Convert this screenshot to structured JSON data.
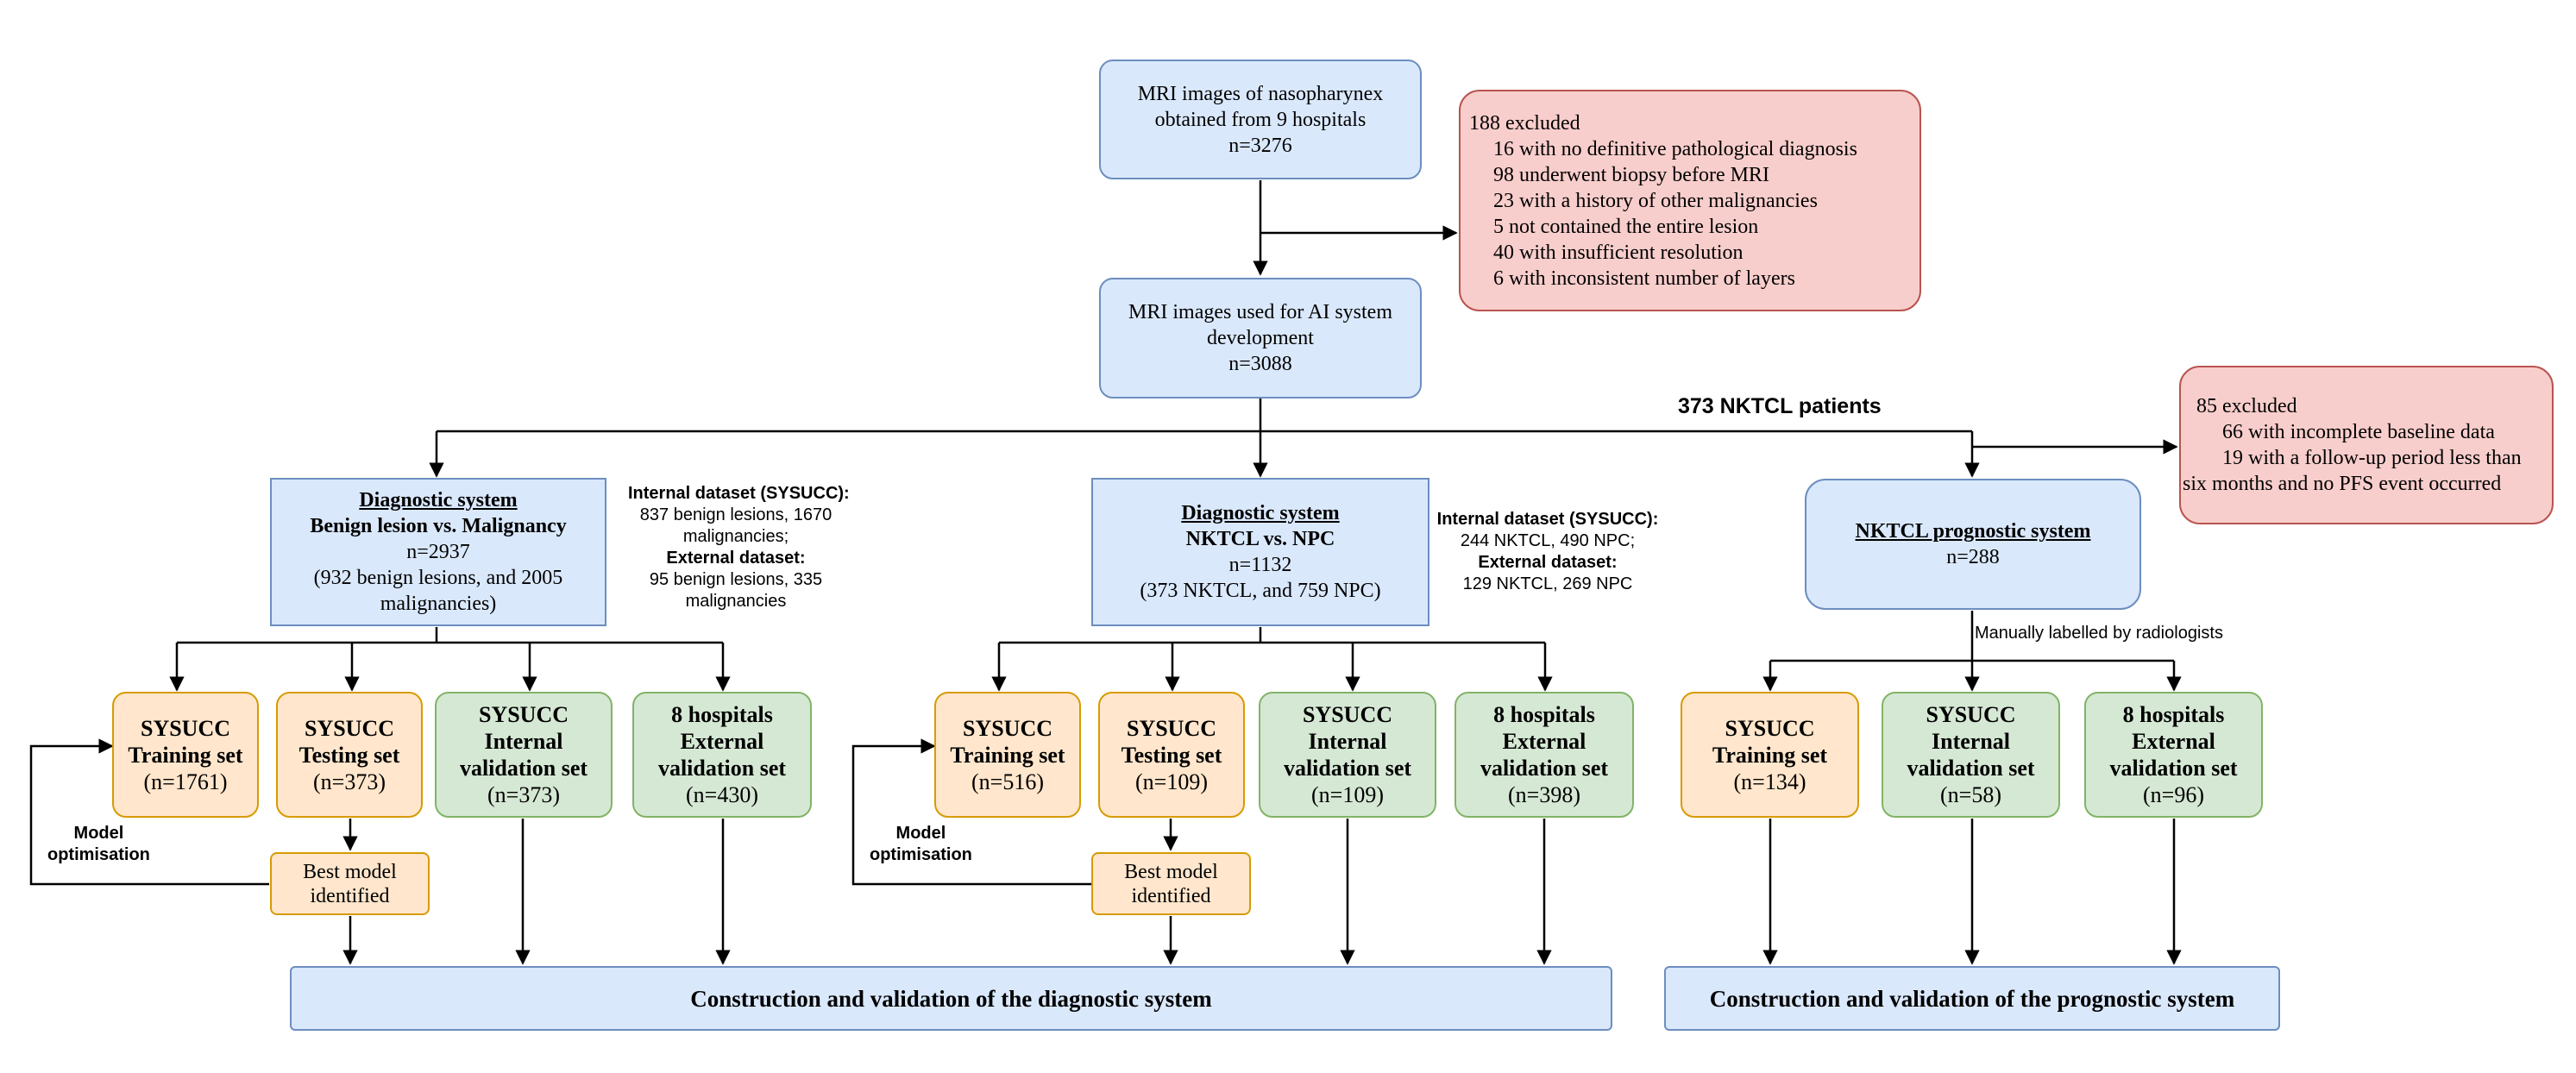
{
  "flow": {
    "source": {
      "line1": "MRI images of nasopharynex",
      "line2": "obtained from 9 hospitals",
      "line3": "n=3276"
    },
    "excluded_top": {
      "title": "188 excluded",
      "items": [
        "16 with no definitive pathological diagnosis",
        "98 underwent biopsy before MRI",
        "23 with a history of other malignancies",
        "5 not contained the entire lesion",
        "40 with insufficient resolution",
        "6 with inconsistent number of layers"
      ]
    },
    "ai_dev": {
      "line1": "MRI images used for AI system",
      "line2": "development",
      "line3": "n=3088"
    },
    "nktcl_patients_label": "373 NKTCL patients",
    "excluded_right": {
      "title": "85 excluded",
      "items": [
        "66 with incomplete baseline data",
        "19 with a follow-up period less than",
        "six months and no PFS event occurred"
      ]
    },
    "diag1": {
      "title": "Diagnostic system",
      "subtitle": "Benign lesion vs. Malignancy",
      "n": "n=2937",
      "detail1": "(932 benign lesions, and 2005",
      "detail2": "malignancies)"
    },
    "diag1_note": {
      "internal_title": "Internal dataset (SYSUCC):",
      "internal_l1": "837 benign lesions, 1670",
      "internal_l2": "malignancies;",
      "external_title": "External dataset:",
      "external_l1": "95 benign lesions, 335",
      "external_l2": "malignancies"
    },
    "diag2": {
      "title": "Diagnostic system",
      "subtitle": "NKTCL vs. NPC",
      "n": "n=1132",
      "detail": "(373 NKTCL, and 759 NPC)"
    },
    "diag2_note": {
      "internal_title": "Internal dataset (SYSUCC):",
      "internal_l1": "244 NKTCL, 490 NPC;",
      "external_title": "External dataset:",
      "external_l1": "129 NKTCL, 269 NPC"
    },
    "prog": {
      "title": "NKTCL prognostic system",
      "n": "n=288"
    },
    "manual_label": "Manually labelled by radiologists",
    "d1_sets": [
      {
        "l1": "SYSUCC",
        "l2": "Training set",
        "l3": "(n=1761)"
      },
      {
        "l1": "SYSUCC",
        "l2": "Testing set",
        "l3": "(n=373)"
      },
      {
        "l1": "SYSUCC",
        "l2": "Internal",
        "l3": "validation set",
        "l4": "(n=373)"
      },
      {
        "l1": "8 hospitals",
        "l2": "External",
        "l3": "validation set",
        "l4": "(n=430)"
      }
    ],
    "d2_sets": [
      {
        "l1": "SYSUCC",
        "l2": "Training set",
        "l3": "(n=516)"
      },
      {
        "l1": "SYSUCC",
        "l2": "Testing set",
        "l3": "(n=109)"
      },
      {
        "l1": "SYSUCC",
        "l2": "Internal",
        "l3": "validation set",
        "l4": "(n=109)"
      },
      {
        "l1": "8 hospitals",
        "l2": "External",
        "l3": "validation set",
        "l4": "(n=398)"
      }
    ],
    "p_sets": [
      {
        "l1": "SYSUCC",
        "l2": "Training set",
        "l3": "(n=134)"
      },
      {
        "l1": "SYSUCC",
        "l2": "Internal",
        "l3": "validation set",
        "l4": "(n=58)"
      },
      {
        "l1": "8 hospitals",
        "l2": "External",
        "l3": "validation set",
        "l4": "(n=96)"
      }
    ],
    "model_opt": {
      "l1": "Model",
      "l2": "optimisation"
    },
    "best_model": {
      "l1": "Best model",
      "l2": "identified"
    },
    "bottom_diag": "Construction and validation of the diagnostic system",
    "bottom_prog": "Construction and validation of the prognostic system"
  },
  "colors": {
    "blue_fill": "#dae8fc",
    "blue_stroke": "#6c8ebf",
    "orange_fill": "#ffe6cc",
    "orange_stroke": "#d79b00",
    "green_fill": "#d5e8d4",
    "green_stroke": "#82b366",
    "red_fill": "#f8cecc",
    "red_stroke": "#b85450"
  }
}
